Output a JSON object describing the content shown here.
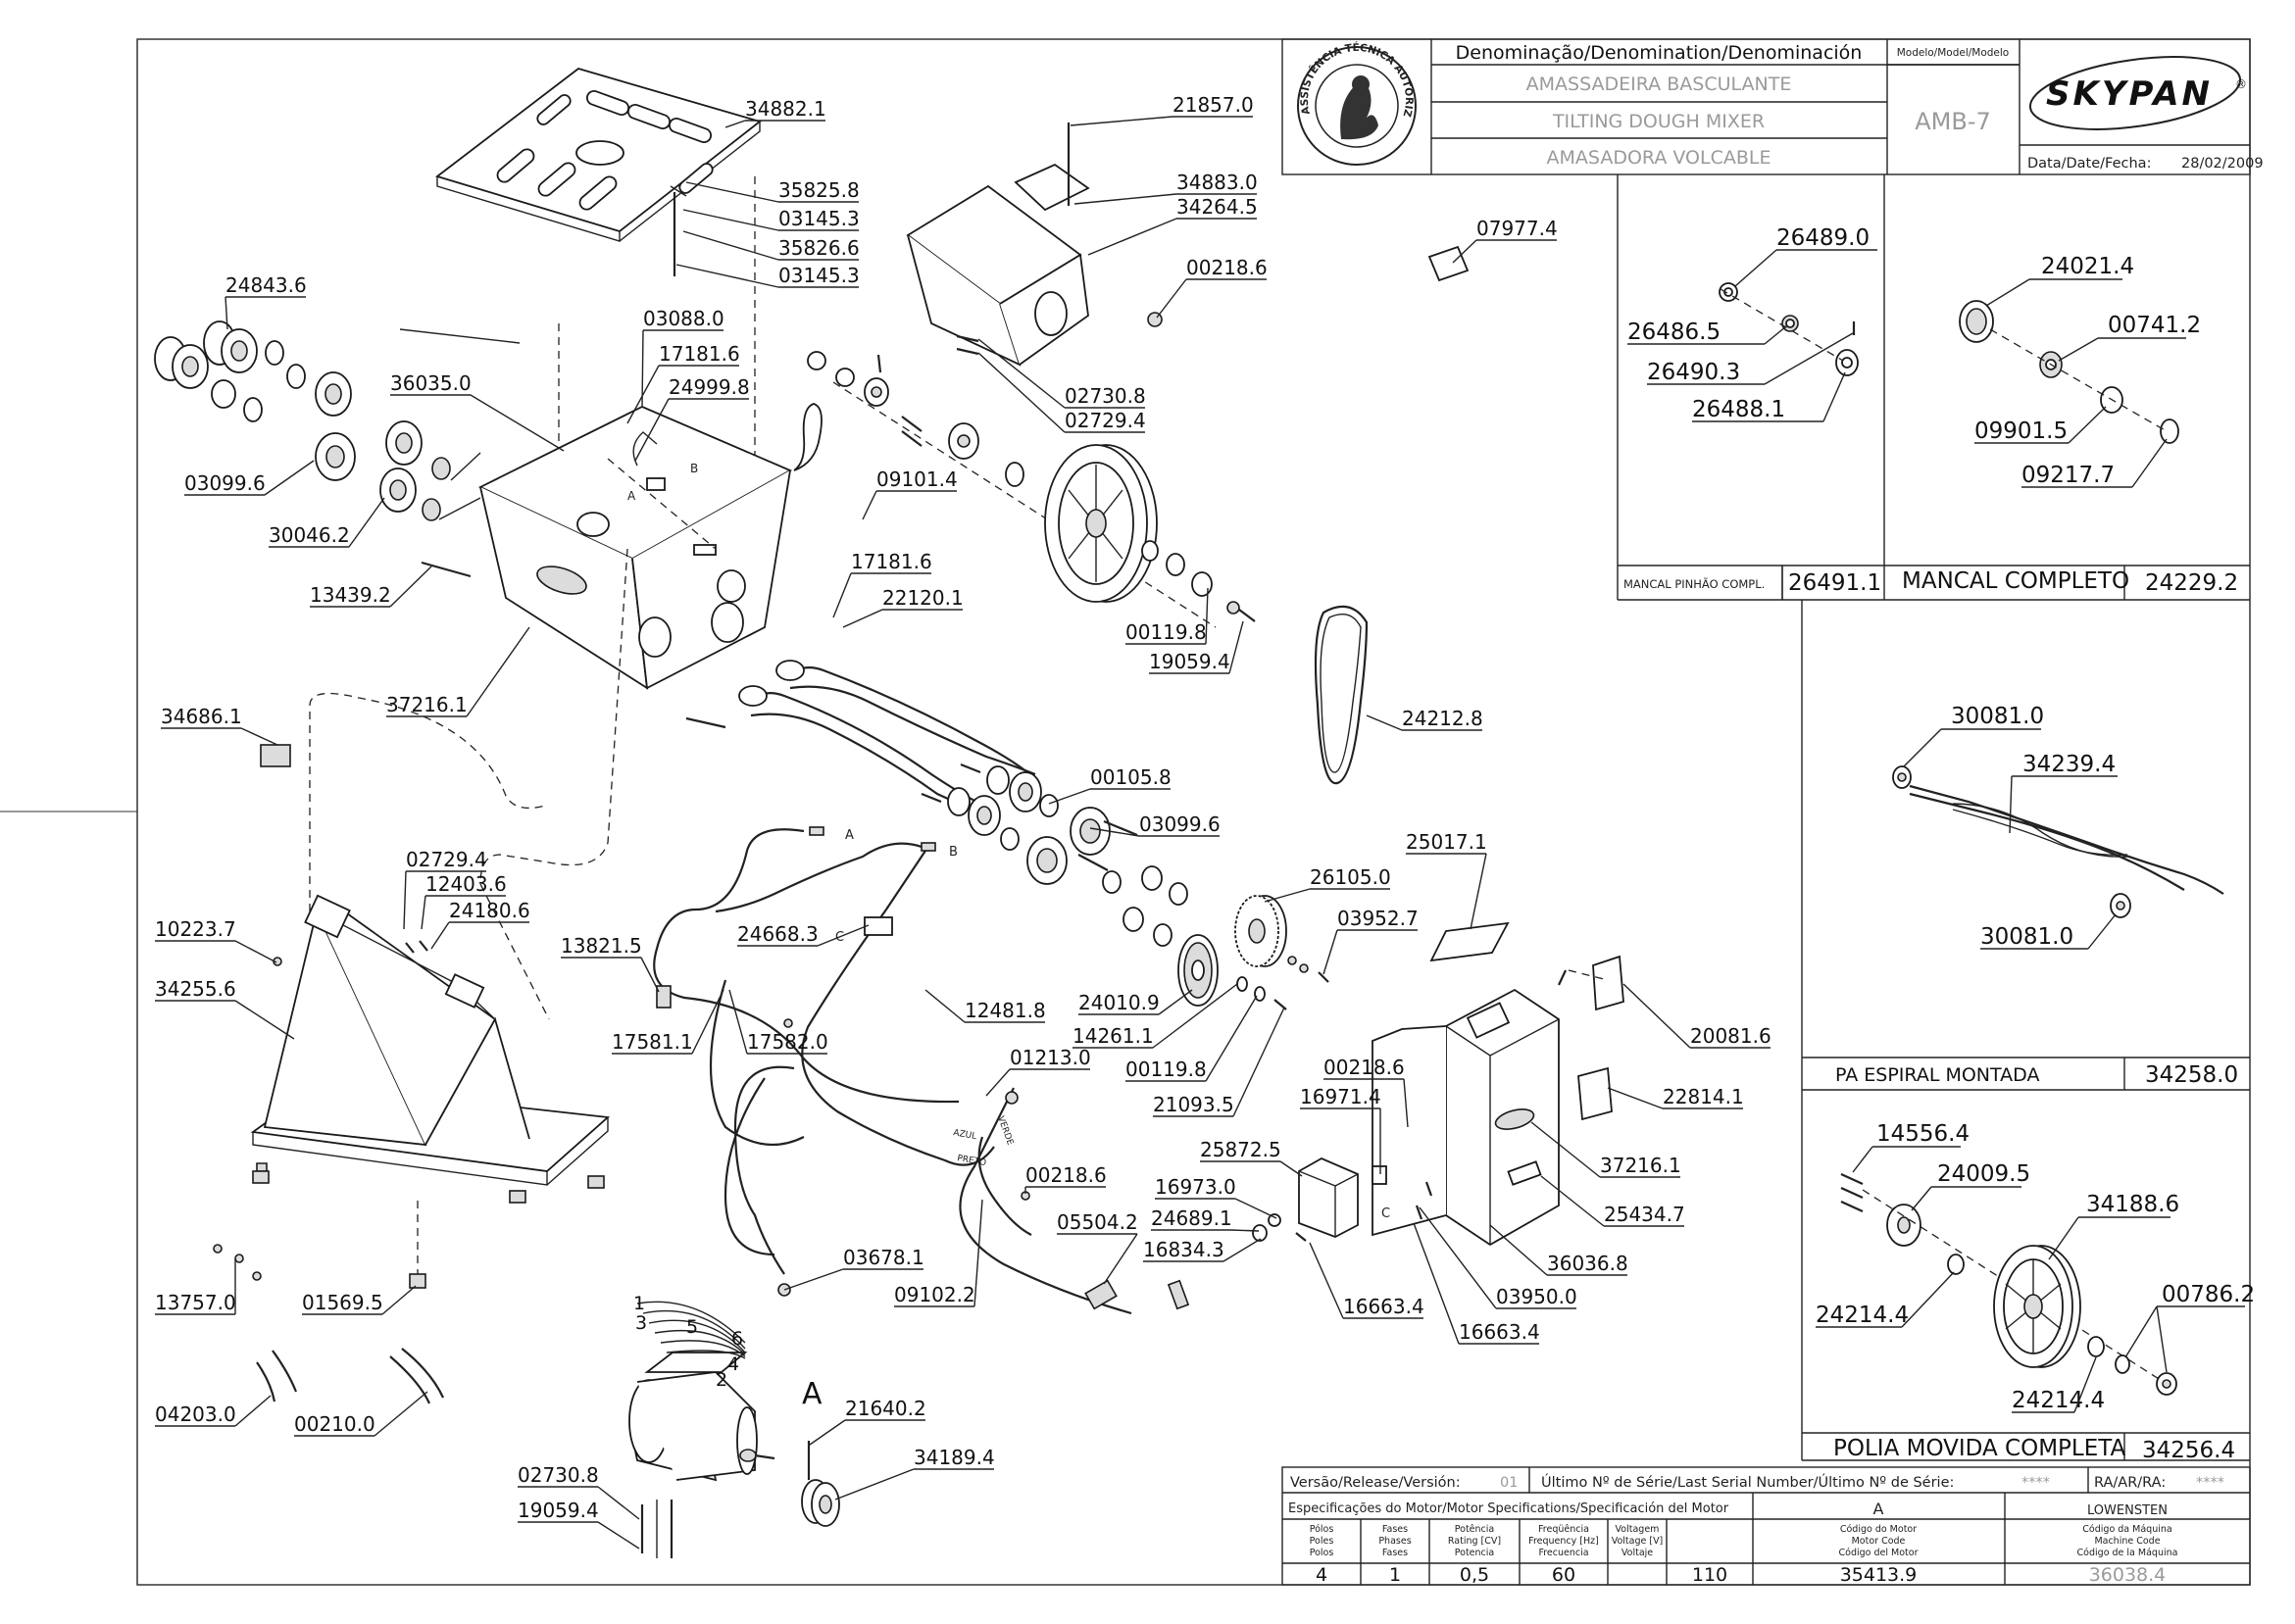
{
  "header": {
    "denomination_label": "Denominação/Denomination/Denominación",
    "model_label": "Modelo/Model/Modelo",
    "name_pt": "AMASSADEIRA BASCULANTE",
    "name_en": "TILTING DOUGH MIXER",
    "name_es": "AMASADORA VOLCABLE",
    "model": "AMB-7",
    "brand": "SKYPAN",
    "date_label": "Data/Date/Fecha:",
    "date": "28/02/2009",
    "seal_text": "ASSISTÊNCIA TÉCNICA AUTORIZADA"
  },
  "parts": [
    {
      "id": "p-34882-1",
      "label": "34882.1"
    },
    {
      "id": "p-35825-8",
      "label": "35825.8"
    },
    {
      "id": "p-03145-3a",
      "label": "03145.3"
    },
    {
      "id": "p-35826-6",
      "label": "35826.6"
    },
    {
      "id": "p-03145-3b",
      "label": "03145.3"
    },
    {
      "id": "p-24843-6",
      "label": "24843.6"
    },
    {
      "id": "p-03088-0",
      "label": "03088.0"
    },
    {
      "id": "p-17181-6a",
      "label": "17181.6"
    },
    {
      "id": "p-36035-0",
      "label": "36035.0"
    },
    {
      "id": "p-24999-8",
      "label": "24999.8"
    },
    {
      "id": "p-03099-6a",
      "label": "03099.6"
    },
    {
      "id": "p-30046-2",
      "label": "30046.2"
    },
    {
      "id": "p-13439-2",
      "label": "13439.2"
    },
    {
      "id": "p-37216-1a",
      "label": "37216.1"
    },
    {
      "id": "p-34686-1",
      "label": "34686.1"
    },
    {
      "id": "p-21857-0",
      "label": "21857.0"
    },
    {
      "id": "p-34883-0",
      "label": "34883.0"
    },
    {
      "id": "p-34264-5",
      "label": "34264.5"
    },
    {
      "id": "p-00218-6a",
      "label": "00218.6"
    },
    {
      "id": "p-02730-8a",
      "label": "02730.8"
    },
    {
      "id": "p-02729-4a",
      "label": "02729.4"
    },
    {
      "id": "p-09101-4",
      "label": "09101.4"
    },
    {
      "id": "p-17181-6b",
      "label": "17181.6"
    },
    {
      "id": "p-22120-1",
      "label": "22120.1"
    },
    {
      "id": "p-00119-8a",
      "label": "00119.8"
    },
    {
      "id": "p-19059-4a",
      "label": "19059.4"
    },
    {
      "id": "p-07977-4",
      "label": "07977.4"
    },
    {
      "id": "p-24212-8",
      "label": "24212.8"
    },
    {
      "id": "p-00105-8",
      "label": "00105.8"
    },
    {
      "id": "p-03099-6b",
      "label": "03099.6"
    },
    {
      "id": "p-26105-0",
      "label": "26105.0"
    },
    {
      "id": "p-03952-7",
      "label": "03952.7"
    },
    {
      "id": "p-24010-9",
      "label": "24010.9"
    },
    {
      "id": "p-14261-1",
      "label": "14261.1"
    },
    {
      "id": "p-00119-8b",
      "label": "00119.8"
    },
    {
      "id": "p-21093-5",
      "label": "21093.5"
    },
    {
      "id": "p-25017-1",
      "label": "25017.1"
    },
    {
      "id": "p-20081-6",
      "label": "20081.6"
    },
    {
      "id": "p-22814-1",
      "label": "22814.1"
    },
    {
      "id": "p-00218-6b",
      "label": "00218.6"
    },
    {
      "id": "p-16971-4",
      "label": "16971.4"
    },
    {
      "id": "p-37216-1b",
      "label": "37216.1"
    },
    {
      "id": "p-25872-5",
      "label": "25872.5"
    },
    {
      "id": "p-16973-0",
      "label": "16973.0"
    },
    {
      "id": "p-24689-1",
      "label": "24689.1"
    },
    {
      "id": "p-16834-3",
      "label": "16834.3"
    },
    {
      "id": "p-25434-7",
      "label": "25434.7"
    },
    {
      "id": "p-36036-8",
      "label": "36036.8"
    },
    {
      "id": "p-03950-0",
      "label": "03950.0"
    },
    {
      "id": "p-16663-4a",
      "label": "16663.4"
    },
    {
      "id": "p-16663-4b",
      "label": "16663.4"
    },
    {
      "id": "p-02729-4b",
      "label": "02729.4"
    },
    {
      "id": "p-12403-6",
      "label": "12403.6"
    },
    {
      "id": "p-24180-6",
      "label": "24180.6"
    },
    {
      "id": "p-10223-7",
      "label": "10223.7"
    },
    {
      "id": "p-34255-6",
      "label": "34255.6"
    },
    {
      "id": "p-13821-5",
      "label": "13821.5"
    },
    {
      "id": "p-24668-3",
      "label": "24668.3"
    },
    {
      "id": "p-12481-8",
      "label": "12481.8"
    },
    {
      "id": "p-17581-1",
      "label": "17581.1"
    },
    {
      "id": "p-17582-0",
      "label": "17582.0"
    },
    {
      "id": "p-01213-0",
      "label": "01213.0"
    },
    {
      "id": "p-00218-6c",
      "label": "00218.6"
    },
    {
      "id": "p-05504-2",
      "label": "05504.2"
    },
    {
      "id": "p-03678-1",
      "label": "03678.1"
    },
    {
      "id": "p-09102-2",
      "label": "09102.2"
    },
    {
      "id": "p-13757-0",
      "label": "13757.0"
    },
    {
      "id": "p-01569-5",
      "label": "01569.5"
    },
    {
      "id": "p-04203-0",
      "label": "04203.0"
    },
    {
      "id": "p-00210-0",
      "label": "00210.0"
    },
    {
      "id": "p-21640-2",
      "label": "21640.2"
    },
    {
      "id": "p-34189-4",
      "label": "34189.4"
    },
    {
      "id": "p-02730-8b",
      "label": "02730.8"
    },
    {
      "id": "p-19059-4b",
      "label": "19059.4"
    }
  ],
  "wire_marks": {
    "a1": "A",
    "b1": "B",
    "c1": "C",
    "a2": "A",
    "b2": "B",
    "c2": "C",
    "azul": "AZUL",
    "preto": "PRETO",
    "verde": "VERDE",
    "motor": "A",
    "n1": "1",
    "n2": "2",
    "n3": "3",
    "n4": "4",
    "n5": "5",
    "n6": "6"
  },
  "inset_bearing_pinion": {
    "parts": [
      "26489.0",
      "26486.5",
      "26490.3",
      "26488.1"
    ],
    "title": "MANCAL PINHÃO COMPL.",
    "code": "26491.1"
  },
  "inset_bearing": {
    "parts": [
      "24021.4",
      "00741.2",
      "09901.5",
      "09217.7"
    ],
    "title": "MANCAL COMPLETO",
    "code": "24229.2"
  },
  "inset_spiral": {
    "parts": [
      "30081.0",
      "34239.4",
      "30081.0"
    ],
    "title": "PA ESPIRAL MONTADA",
    "code": "34258.0"
  },
  "inset_pulley": {
    "parts": [
      "14556.4",
      "24009.5",
      "34188.6",
      "24214.4",
      "00786.2",
      "24214.4"
    ],
    "title": "POLIA MOVIDA COMPLETA",
    "code": "34256.4"
  },
  "footer": {
    "version_label": "Versão/Release/Versión:",
    "version": "01",
    "serial_label": "Último Nº de Série/Last Serial Number/Último Nº de Série:",
    "serial": "****",
    "ra_label": "RA/AR/RA:",
    "ra": "****",
    "motor_spec_label": "Especificações do Motor/Motor Specifications/Specificación del Motor",
    "motor_col": "A",
    "manufacturer": "LOWENSTEN",
    "cols": [
      {
        "h1": "Pólos",
        "h2": "Poles",
        "h3": "Polos",
        "value": "4"
      },
      {
        "h1": "Fases",
        "h2": "Phases",
        "h3": "Fases",
        "value": "1"
      },
      {
        "h1": "Potência",
        "h2": "Rating [CV]",
        "h3": "Potencia",
        "value": "0,5"
      },
      {
        "h1": "Freqüência",
        "h2": "Frequency [Hz]",
        "h3": "Frecuencia",
        "value": "60"
      },
      {
        "h1": "Voltagem",
        "h2": "Voltage [V]",
        "h3": "Voltaje",
        "value": "110"
      },
      {
        "h1": "Código do Motor",
        "h2": "Motor Code",
        "h3": "Código del Motor",
        "value": "35413.9"
      },
      {
        "h1": "Código da Máquina",
        "h2": "Machine Code",
        "h3": "Código de la Máquina",
        "value": "36038.4"
      }
    ]
  }
}
